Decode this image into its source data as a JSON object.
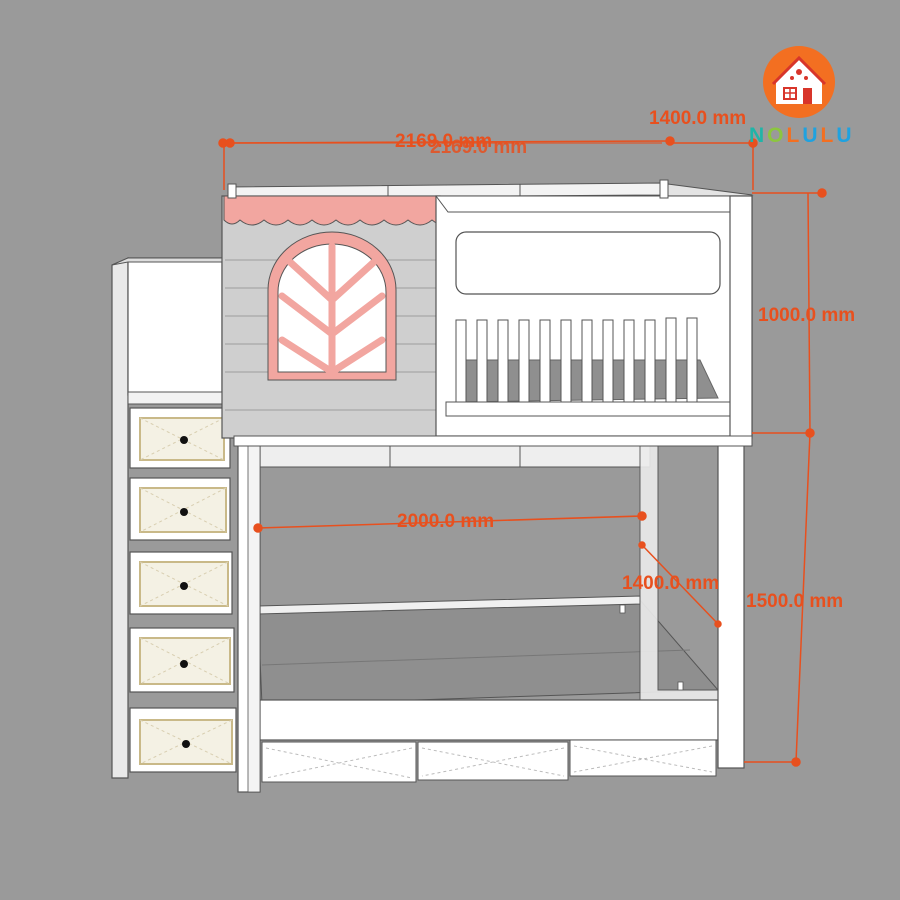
{
  "dimensions": {
    "overall_length": "2169.0 mm",
    "overall_length_overlap": "2169.0 mm",
    "top_depth": "1400.0 mm",
    "upper_height": "1000.0 mm",
    "inner_length": "2000.0 mm",
    "inner_depth": "1400.0 mm",
    "lower_height": "1500.0 mm"
  },
  "brand": {
    "name": "NOLULU"
  },
  "colors": {
    "background": "#9a9a9a",
    "dimension": "#e8501e",
    "frame": "#ffffff",
    "outline": "#555555",
    "pink": "#f2a6a0",
    "wall_gray": "#cfcfcf",
    "floor_gray": "#8f8f8f",
    "drawer_face": "#f4f1e4",
    "drawer_trim": "#c9b988"
  },
  "icons": [
    "house-logo-icon"
  ]
}
